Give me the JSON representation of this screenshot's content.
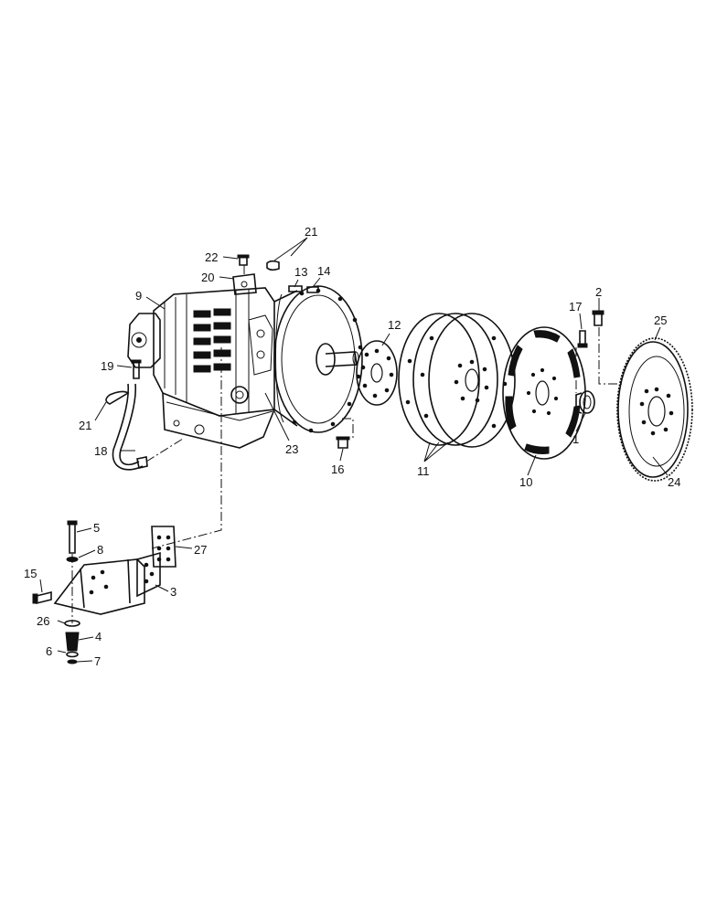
{
  "callouts": {
    "c1": "1",
    "c2": "2",
    "c3": "3",
    "c4": "4",
    "c5": "5",
    "c6": "6",
    "c7": "7",
    "c8": "8",
    "c9": "9",
    "c10": "10",
    "c11": "11",
    "c12": "12",
    "c13": "13",
    "c14": "14",
    "c15": "15",
    "c16": "16",
    "c17": "17",
    "c18": "18",
    "c19": "19",
    "c20": "20",
    "c21a": "21",
    "c21b": "21",
    "c22": "22",
    "c23": "23",
    "c24": "24",
    "c25": "25",
    "c26": "26",
    "c27": "27"
  }
}
